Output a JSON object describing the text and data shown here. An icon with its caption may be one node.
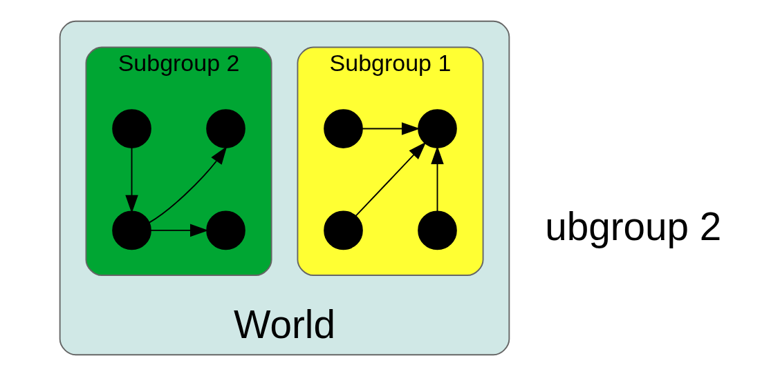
{
  "diagram": {
    "nodes": [
      {
        "text": [
          "World"
        ]
      },
      {
        "text": [
          "Subgroup 1"
        ],
        "in": 0
      },
      {
        "text": [
          "Subgroup 2"
        ],
        "in": 0
      },
      {
        "text": [],
        "shape": "circle",
        "in": 1
      },
      {
        "text": [],
        "shape": "circle",
        "in": 1
      },
      {
        "text": [],
        "shape": "circle",
        "in": 1
      },
      {
        "text": [],
        "shape": "circle",
        "in": 1
      },
      {
        "text": [],
        "shape": "circle",
        "in": 2
      },
      {
        "text": [],
        "shape": "circle",
        "in": 2
      },
      {
        "text": [],
        "shape": "circle",
        "in": 2
      },
      {
        "text": [],
        "shape": "circle",
        "in": 2
      }
    ],
    "edges": [
      {
        "from": 3,
        "to": 4,
        "arrow": "to"
      },
      {
        "from": 5,
        "to": 4,
        "arrow": "to"
      },
      {
        "from": 6,
        "to": 4,
        "arrow": "to"
      },
      {
        "from": 9,
        "to": 7,
        "arrow": "to"
      },
      {
        "from": 8,
        "to": 9,
        "arrow": "to"
      },
      {
        "from": 9,
        "to": 10,
        "arrow": "to"
      }
    ],
    "labels": [
      "ubgroup 2"
    ]
  }
}
